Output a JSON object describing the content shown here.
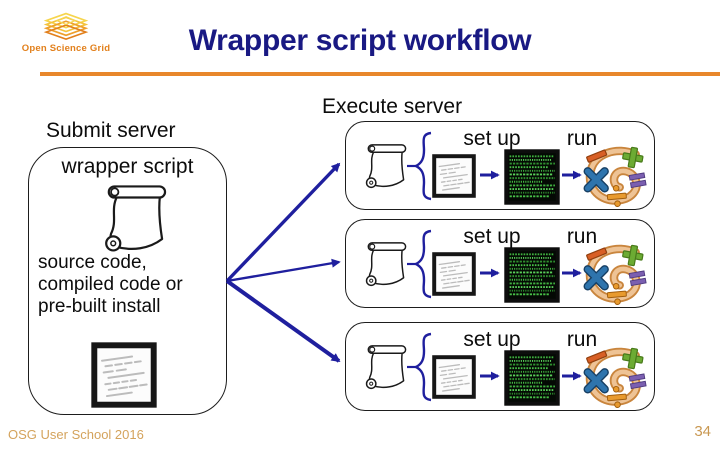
{
  "header": {
    "logo_text": "Open Science Grid",
    "title": "Wrapper script workflow"
  },
  "submit": {
    "server_label": "Submit server",
    "wrapper_label": "wrapper script",
    "source_text": "source code,\ncompiled code or\npre-built install"
  },
  "execute": {
    "server_label": "Execute server",
    "boxes": [
      {
        "setup": "set up",
        "run": "run"
      },
      {
        "setup": "set up",
        "run": "run"
      },
      {
        "setup": "set up",
        "run": "run"
      }
    ]
  },
  "footer": {
    "left": "OSG User School 2016",
    "page": "34"
  },
  "icons": {
    "logo": "osg-diamond-logo",
    "scroll": "scroll-icon",
    "paper": "code-paper-icon",
    "green_code": "green-code-icon",
    "math": "math-symbols-icon",
    "brace": "curly-brace-icon",
    "arrow": "arrow-icon"
  },
  "colors": {
    "title_navy": "#191983",
    "arrow_navy": "#1f1f9e",
    "rule_orange": "#e8872b",
    "footer_tan": "#d4a35c",
    "logo_orange": "#e2801c",
    "matrix_green": "#3fae3f"
  }
}
